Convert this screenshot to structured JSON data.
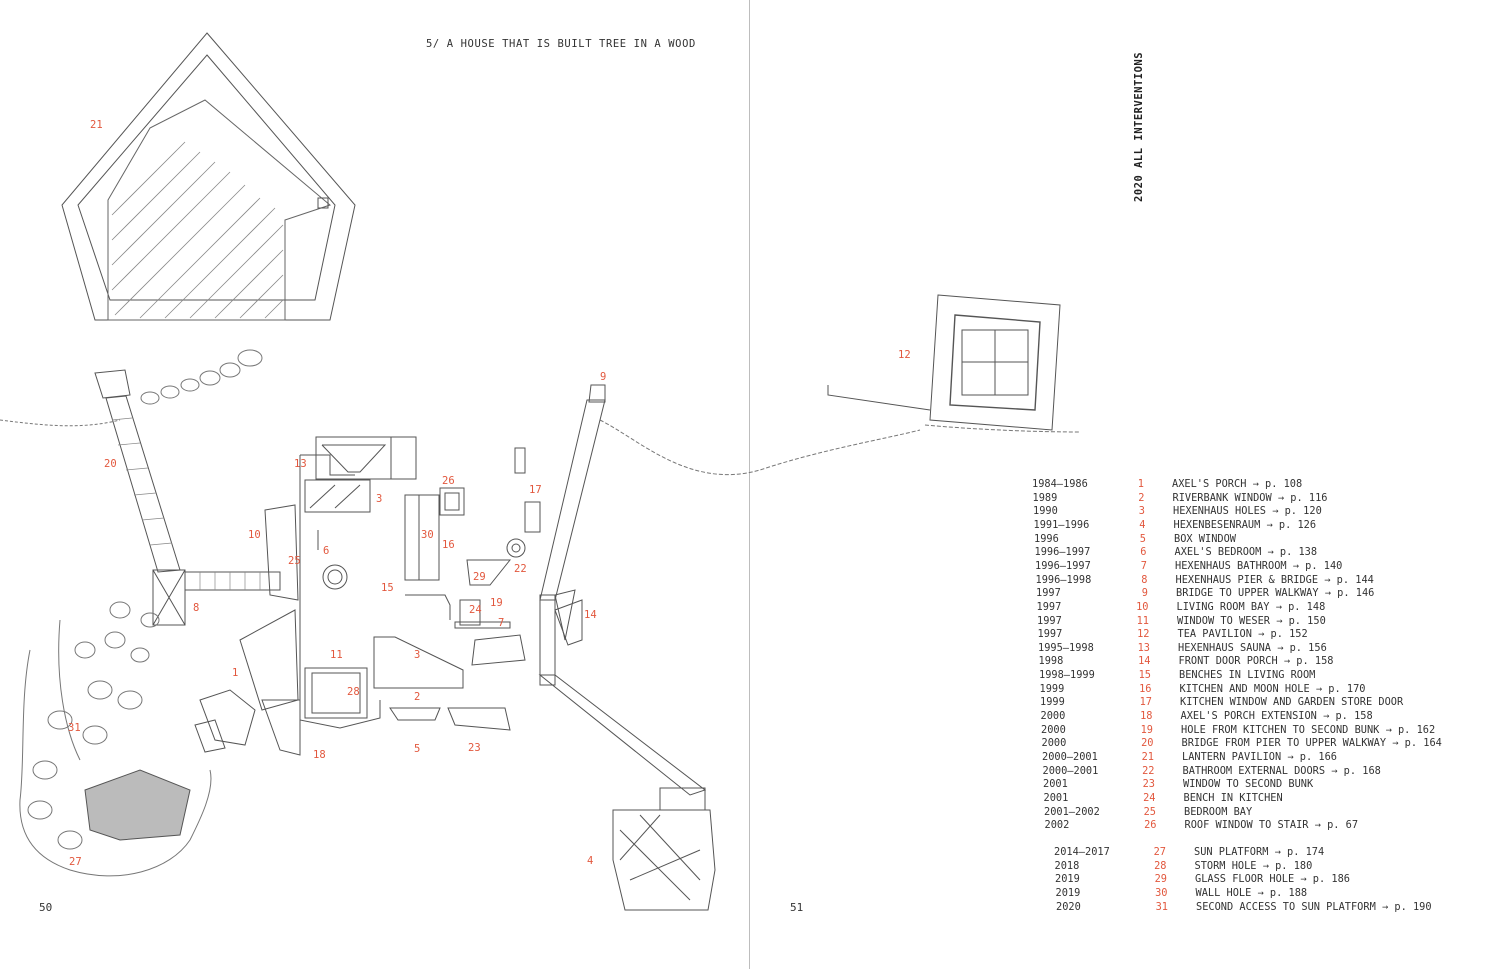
{
  "header": {
    "left_title": "5/ A HOUSE THAT IS BUILT TREE IN A WOOD",
    "right_title": "2020 ALL INTERVENTIONS"
  },
  "pages": {
    "left": "50",
    "right": "51"
  },
  "colors": {
    "accent": "#e2583e",
    "ink": "#333333",
    "background": "#ffffff"
  },
  "plan_labels": [
    "21",
    "20",
    "13",
    "3",
    "26",
    "17",
    "9",
    "12",
    "10",
    "6",
    "25",
    "30",
    "16",
    "8",
    "15",
    "29",
    "22",
    "14",
    "24",
    "19",
    "7",
    "11",
    "3",
    "1",
    "28",
    "2",
    "31",
    "5",
    "23",
    "18",
    "27",
    "4"
  ],
  "legend": {
    "group1": [
      {
        "years": "1984–1986",
        "num": "1",
        "text": "AXEL'S PORCH → p. 108"
      },
      {
        "years": "1989",
        "num": "2",
        "text": "RIVERBANK WINDOW → p. 116"
      },
      {
        "years": "1990",
        "num": "3",
        "text": "HEXENHAUS HOLES → p. 120"
      },
      {
        "years": "1991–1996",
        "num": "4",
        "text": "HEXENBESENRAUM → p. 126"
      },
      {
        "years": "1996",
        "num": "5",
        "text": "BOX WINDOW"
      },
      {
        "years": "1996–1997",
        "num": "6",
        "text": "AXEL'S BEDROOM → p. 138"
      },
      {
        "years": "1996–1997",
        "num": "7",
        "text": "HEXENHAUS BATHROOM → p. 140"
      },
      {
        "years": "1996–1998",
        "num": "8",
        "text": "HEXENHAUS PIER & BRIDGE → p. 144"
      },
      {
        "years": "1997",
        "num": "9",
        "text": "BRIDGE TO UPPER WALKWAY → p. 146"
      },
      {
        "years": "1997",
        "num": "10",
        "text": "LIVING ROOM BAY → p. 148"
      },
      {
        "years": "1997",
        "num": "11",
        "text": "WINDOW TO WESER → p. 150"
      },
      {
        "years": "1997",
        "num": "12",
        "text": "TEA PAVILION → p. 152"
      },
      {
        "years": "1995–1998",
        "num": "13",
        "text": "HEXENHAUS SAUNA → p. 156"
      },
      {
        "years": "1998",
        "num": "14",
        "text": "FRONT DOOR PORCH → p. 158"
      },
      {
        "years": "1998–1999",
        "num": "15",
        "text": "BENCHES IN LIVING ROOM"
      },
      {
        "years": "1999",
        "num": "16",
        "text": "KITCHEN AND MOON HOLE → p. 170"
      },
      {
        "years": "1999",
        "num": "17",
        "text": "KITCHEN WINDOW AND GARDEN STORE DOOR"
      },
      {
        "years": "2000",
        "num": "18",
        "text": "AXEL'S PORCH EXTENSION → p. 158"
      },
      {
        "years": "2000",
        "num": "19",
        "text": "HOLE FROM KITCHEN TO SECOND BUNK → p. 162"
      },
      {
        "years": "2000",
        "num": "20",
        "text": "BRIDGE FROM PIER TO UPPER WALKWAY → p. 164"
      },
      {
        "years": "2000–2001",
        "num": "21",
        "text": "LANTERN PAVILION → p. 166"
      },
      {
        "years": "2000–2001",
        "num": "22",
        "text": "BATHROOM EXTERNAL DOORS → p. 168"
      },
      {
        "years": "2001",
        "num": "23",
        "text": "WINDOW TO SECOND BUNK"
      },
      {
        "years": "2001",
        "num": "24",
        "text": "BENCH IN KITCHEN"
      },
      {
        "years": "2001–2002",
        "num": "25",
        "text": "BEDROOM BAY"
      },
      {
        "years": "2002",
        "num": "26",
        "text": "ROOF WINDOW TO STAIR → p. 67"
      }
    ],
    "group2": [
      {
        "years": "2014–2017",
        "num": "27",
        "text": "SUN PLATFORM → p. 174"
      },
      {
        "years": "2018",
        "num": "28",
        "text": "STORM HOLE → p. 180"
      },
      {
        "years": "2019",
        "num": "29",
        "text": "GLASS FLOOR HOLE → p. 186"
      },
      {
        "years": "2019",
        "num": "30",
        "text": "WALL HOLE → p. 188"
      },
      {
        "years": "2020",
        "num": "31",
        "text": "SECOND ACCESS TO SUN PLATFORM → p. 190"
      }
    ]
  }
}
